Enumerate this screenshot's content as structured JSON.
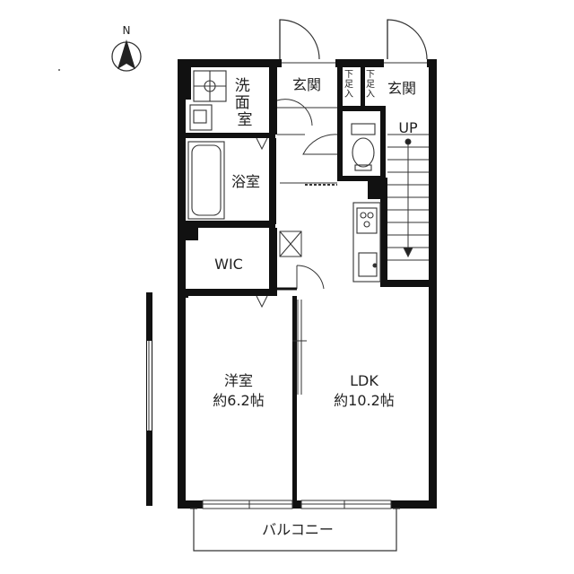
{
  "compass": {
    "label": "N"
  },
  "rooms": {
    "senmen": "洗面室",
    "genkan_left": "玄関",
    "genkan_right": "玄関",
    "getabako": "下足入",
    "up": "UP",
    "yokushitsu": "浴室",
    "wic": "WIC",
    "yoshitsu_name": "洋室",
    "yoshitsu_size": "約6.2帖",
    "ldk_name": "LDK",
    "ldk_size": "約10.2帖",
    "balcony": "バルコニー"
  }
}
